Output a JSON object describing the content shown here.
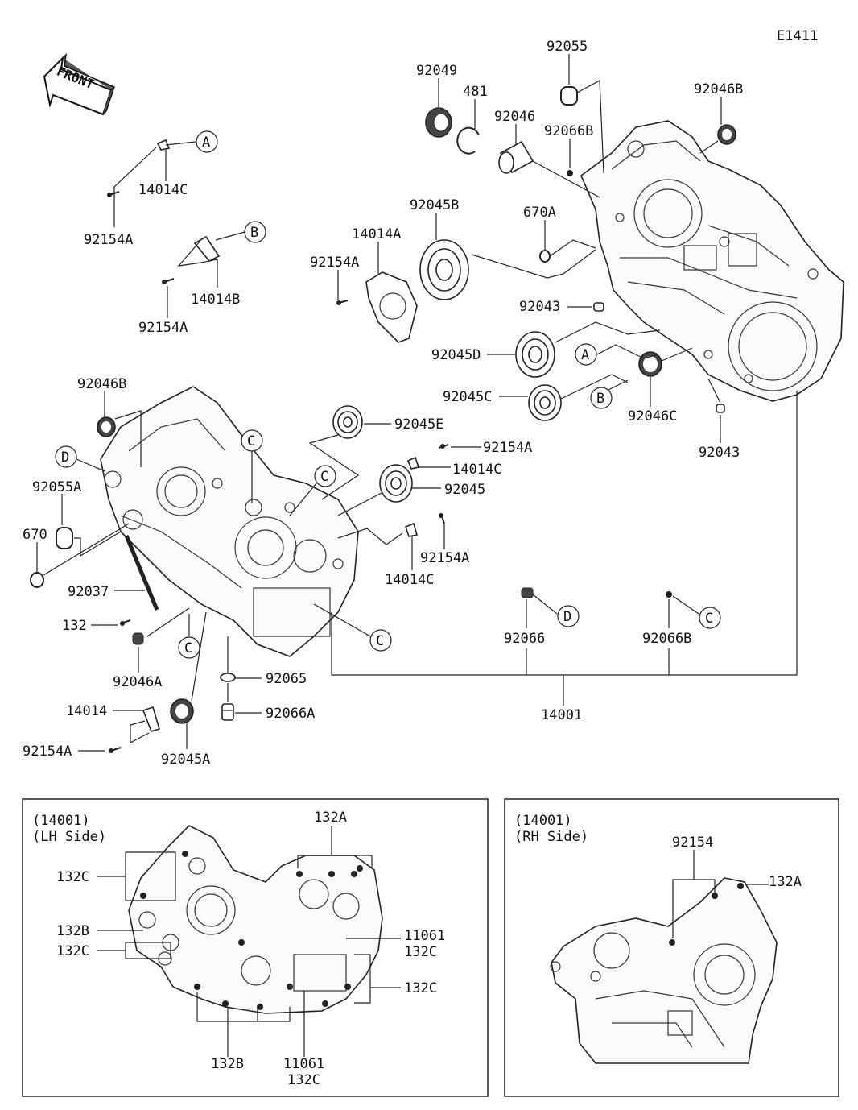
{
  "diagram_code": "E1411",
  "front_label": "FRONT",
  "parts": {
    "p92055": "92055",
    "p92049": "92049",
    "p481": "481",
    "p92046": "92046",
    "p92066B_top": "92066B",
    "p92046B_top": "92046B",
    "p92045B": "92045B",
    "p670A": "670A",
    "p14014A": "14014A",
    "p92154A_mid": "92154A",
    "p92043_top": "92043",
    "p92045D": "92045D",
    "p92045C": "92045C",
    "p92046C": "92046C",
    "p92043_right": "92043",
    "p14014C_top": "14014C",
    "p92154A_top": "92154A",
    "p14014B": "14014B",
    "p92154A_b": "92154A",
    "p92046B_left": "92046B",
    "p92055A": "92055A",
    "p670": "670",
    "p92037": "92037",
    "p132": "132",
    "p92046A": "92046A",
    "p14014": "14014",
    "p92154A_bottom": "92154A",
    "p92045A": "92045A",
    "p92065": "92065",
    "p92066A": "92066A",
    "p92045E": "92045E",
    "p92154A_r1": "92154A",
    "p14014C_r1": "14014C",
    "p92045": "92045",
    "p92154A_r2": "92154A",
    "p14014C_r2": "14014C",
    "p92066": "92066",
    "p92066B_bottom": "92066B",
    "p14001": "14001"
  },
  "refs": {
    "A": "A",
    "B": "B",
    "C": "C",
    "D": "D"
  },
  "inset_lh": {
    "title_line1": "(14001)",
    "title_line2": "(LH Side)",
    "l132A": "132A",
    "l132C_1": "132C",
    "l132B_1": "132B",
    "l132C_2": "132C",
    "l11061_1": "11061",
    "l132C_3": "132C",
    "l132C_4": "132C",
    "l132B_2": "132B",
    "l11061_2": "11061",
    "l132C_5": "132C"
  },
  "inset_rh": {
    "title_line1": "(14001)",
    "title_line2": "(RH Side)",
    "l92154": "92154",
    "l132A": "132A"
  }
}
